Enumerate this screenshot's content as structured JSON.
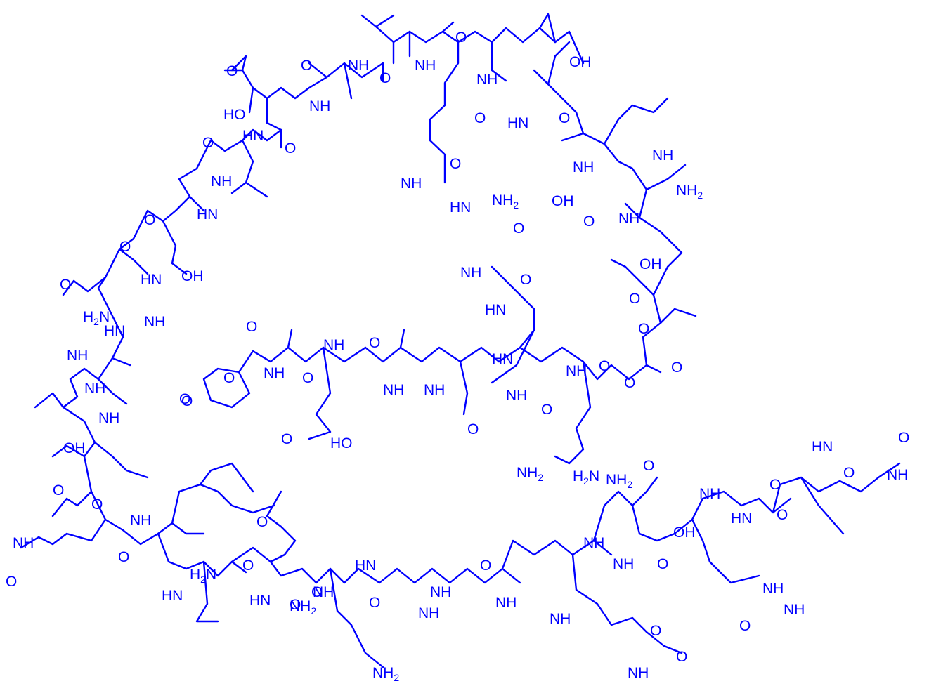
{
  "colors": {
    "ink": "#0000ff",
    "background": "#ffffff"
  },
  "labels": [
    {
      "id": "o-leu-ring-top",
      "text": "O"
    },
    {
      "id": "o-glu-top-oh",
      "text": "OH"
    },
    {
      "id": "o-ala-top",
      "text": "O"
    },
    {
      "id": "nh-ala-top",
      "text": "NH"
    },
    {
      "id": "nh-leu-top",
      "text": "NH"
    },
    {
      "id": "o-leu-top",
      "text": "O"
    },
    {
      "id": "nh-arg-top",
      "text": "NH"
    },
    {
      "id": "o-asp-top",
      "text": "O"
    },
    {
      "id": "ho-asp-top",
      "text": "HO"
    },
    {
      "id": "nh-asp-top",
      "text": "NH"
    },
    {
      "id": "o-asp-bottom",
      "text": "O"
    },
    {
      "id": "hn-leu-2",
      "text": "HN"
    },
    {
      "id": "o-arg-top",
      "text": "O"
    },
    {
      "id": "hn-glu-2",
      "text": "HN"
    },
    {
      "id": "o-glu-2",
      "text": "O"
    },
    {
      "id": "nh-glu-2",
      "text": "NH"
    },
    {
      "id": "o-leu-2",
      "text": "O"
    },
    {
      "id": "nh-ala-2",
      "text": "NH"
    },
    {
      "id": "nh-gln-1",
      "text": "NH"
    },
    {
      "id": "o-gln-side-top",
      "text": "O"
    },
    {
      "id": "nh-arg-guan-1",
      "text": "NH"
    },
    {
      "id": "hn-arg-guan-1",
      "text": "HN"
    },
    {
      "id": "nh2-arg-guan-1",
      "text": "NH2"
    },
    {
      "id": "nh2-gln-side-top",
      "text": "NH2"
    },
    {
      "id": "o-glu-side-2",
      "text": "O"
    },
    {
      "id": "oh-glu-side-2",
      "text": "OH"
    },
    {
      "id": "o-gln-1",
      "text": "O"
    },
    {
      "id": "hn-ser",
      "text": "HN"
    },
    {
      "id": "o-ala-2",
      "text": "O"
    },
    {
      "id": "o-ser",
      "text": "O"
    },
    {
      "id": "nh-ser",
      "text": "NH"
    },
    {
      "id": "oh-ser",
      "text": "OH"
    },
    {
      "id": "hn-ala-3",
      "text": "HN"
    },
    {
      "id": "o-ala-3",
      "text": "O"
    },
    {
      "id": "nh-ala-4",
      "text": "NH"
    },
    {
      "id": "o-asp-2",
      "text": "O"
    },
    {
      "id": "oh-asp-2",
      "text": "OH"
    },
    {
      "id": "h2n-arg-guan-2",
      "text": "H2N"
    },
    {
      "id": "nh-arg-guan-2",
      "text": "NH"
    },
    {
      "id": "hn-arg-guan-2",
      "text": "HN"
    },
    {
      "id": "o-ala-4",
      "text": "O"
    },
    {
      "id": "hn-leu-3",
      "text": "HN"
    },
    {
      "id": "o-asp-3",
      "text": "O"
    },
    {
      "id": "o-pyr",
      "text": "O"
    },
    {
      "id": "nh-ala-5",
      "text": "NH"
    },
    {
      "id": "nh-glu-3",
      "text": "NH"
    },
    {
      "id": "o-glu-3",
      "text": "O"
    },
    {
      "id": "hn-ala-5",
      "text": "HN"
    },
    {
      "id": "o-leu-3",
      "text": "O"
    },
    {
      "id": "o-ala-5",
      "text": "O"
    },
    {
      "id": "nh-ala-6",
      "text": "NH"
    },
    {
      "id": "o-thr",
      "text": "O"
    },
    {
      "id": "o-ala-6",
      "text": "O"
    },
    {
      "id": "nh-pyr",
      "text": "NH"
    },
    {
      "id": "o-pyr-ring",
      "text": "O"
    },
    {
      "id": "nh-leu-4",
      "text": "NH"
    },
    {
      "id": "nh-thr",
      "text": "NH"
    },
    {
      "id": "nh-arg-3",
      "text": "NH"
    },
    {
      "id": "nh-gln-2",
      "text": "NH"
    },
    {
      "id": "o-gln-2",
      "text": "O"
    },
    {
      "id": "nh-ala-7",
      "text": "NH"
    },
    {
      "id": "o-ala-7",
      "text": "O"
    },
    {
      "id": "o-arg-3",
      "text": "O"
    },
    {
      "id": "o-leu-4",
      "text": "O"
    },
    {
      "id": "ho-glu-3",
      "text": "HO"
    },
    {
      "id": "o-glu-side-3",
      "text": "O"
    },
    {
      "id": "oh-thr",
      "text": "OH"
    },
    {
      "id": "nh-leu-5",
      "text": "NH"
    },
    {
      "id": "o-gly-end",
      "text": "O"
    },
    {
      "id": "nh2-gly-end",
      "text": "NH2"
    },
    {
      "id": "h2n-gln-side-2",
      "text": "H2N"
    },
    {
      "id": "o-gln-side-2",
      "text": "O"
    },
    {
      "id": "nh2-gln-side-3",
      "text": "NH2"
    },
    {
      "id": "o-gln-side-3",
      "text": "O"
    },
    {
      "id": "hn-leu-6",
      "text": "HN"
    },
    {
      "id": "o-leu-6",
      "text": "O"
    },
    {
      "id": "nh-gly-end",
      "text": "NH"
    },
    {
      "id": "o-gly-end-2",
      "text": "O"
    },
    {
      "id": "o-gln-3",
      "text": "O"
    },
    {
      "id": "nh-gln-3",
      "text": "NH"
    },
    {
      "id": "o-tyr",
      "text": "O"
    },
    {
      "id": "oh-tyr",
      "text": "OH"
    },
    {
      "id": "hn-arg-4",
      "text": "HN"
    },
    {
      "id": "o-arg-4",
      "text": "O"
    },
    {
      "id": "nh-gly-2",
      "text": "NH"
    },
    {
      "id": "o-gly-2",
      "text": "O"
    },
    {
      "id": "o-gln-side-4",
      "text": "O"
    },
    {
      "id": "hn-tyr",
      "text": "HN"
    },
    {
      "id": "o-leu-7",
      "text": "O"
    },
    {
      "id": "o-gln-4",
      "text": "O"
    },
    {
      "id": "nh-gln-4",
      "text": "NH"
    },
    {
      "id": "o-gly-3",
      "text": "O"
    },
    {
      "id": "nh-arg-4",
      "text": "NH"
    },
    {
      "id": "o-gln-5",
      "text": "O"
    },
    {
      "id": "hn-arg-5",
      "text": "HN"
    },
    {
      "id": "h2n-gln-side-4",
      "text": "H2N"
    },
    {
      "id": "o-tyr-2",
      "text": "O"
    },
    {
      "id": "nh-leu-7",
      "text": "NH"
    },
    {
      "id": "o-leu-8",
      "text": "O"
    },
    {
      "id": "nh-gln-5",
      "text": "NH"
    },
    {
      "id": "nh-gly-4",
      "text": "NH"
    },
    {
      "id": "nh-gly-5",
      "text": "NH"
    },
    {
      "id": "nh-ala-8",
      "text": "NH"
    },
    {
      "id": "o-ala-8",
      "text": "O"
    },
    {
      "id": "nh-arg-guan-4",
      "text": "NH"
    },
    {
      "id": "hn-arg-guan-4",
      "text": "HN"
    },
    {
      "id": "nh2-arg-guan-4",
      "text": "NH2"
    },
    {
      "id": "nh-leu-8",
      "text": "NH"
    },
    {
      "id": "o-leu-9",
      "text": "O"
    },
    {
      "id": "o-gly-4",
      "text": "O"
    },
    {
      "id": "nh-arg-guan-5",
      "text": "NH"
    },
    {
      "id": "nh2-arg-guan-5",
      "text": "NH2"
    },
    {
      "id": "hn-arg-guan-5",
      "text": "HN"
    },
    {
      "id": "nh2-gln-side-5",
      "text": "NH2"
    }
  ]
}
